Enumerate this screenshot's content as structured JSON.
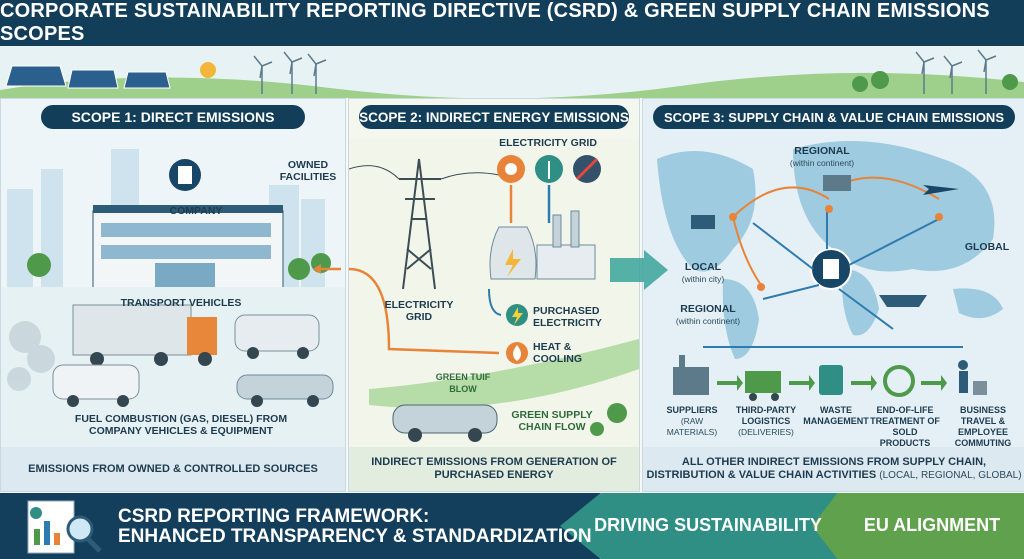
{
  "title": "CORPORATE SUSTAINABILITY REPORTING DIRECTIVE (CSRD) & GREEN SUPPLY CHAIN EMISSIONS SCOPES",
  "scope1": {
    "header": "SCOPE 1: DIRECT EMISSIONS",
    "company": "COMPANY",
    "owned_facilities": "OWNED FACILITIES",
    "transport_vehicles": "TRANSPORT VEHICLES",
    "fuel_combustion": "FUEL COMBUSTION (GAS, DIESEL) FROM COMPANY VEHICLES & EQUIPMENT",
    "footer": "EMISSIONS FROM OWNED & CONTROLLED SOURCES"
  },
  "scope2": {
    "header": "SCOPE 2: INDIRECT ENERGY EMISSIONS",
    "electricity_grid_top": "ELECTRICITY GRID",
    "electricity_grid": "ELECTRICITY GRID",
    "purchased_electricity": "PURCHASED ELECTRICITY",
    "heat_cooling": "HEAT & COOLING",
    "green_flow_small": "GREEN TUIF BLOW",
    "green_supply_chain_flow": "GREEN SUPPLY CHAIN FLOW",
    "footer": "INDIRECT EMISSIONS FROM GENERATION OF PURCHASED ENERGY"
  },
  "scope3": {
    "header": "SCOPE 3: SUPPLY CHAIN & VALUE CHAIN EMISSIONS",
    "regional_top": "REGIONAL",
    "regional_top_sub": "(within continent)",
    "global": "GLOBAL",
    "local": "LOCAL",
    "local_sub": "(within city)",
    "regional_mid": "REGIONAL",
    "regional_mid_sub": "(within continent)",
    "steps": [
      {
        "label": "SUPPLIERS",
        "sub": "(RAW MATERIALS)"
      },
      {
        "label": "THIRD-PARTY LOGISTICS",
        "sub": "(DELIVERIES)"
      },
      {
        "label": "WASTE MANAGEMENT",
        "sub": ""
      },
      {
        "label": "END-OF-LIFE TREATMENT OF SOLD PRODUCTS",
        "sub": ""
      },
      {
        "label": "BUSINESS TRAVEL & EMPLOYEE COMMUTING",
        "sub": ""
      }
    ],
    "footer": "ALL OTHER INDIRECT EMISSIONS FROM SUPPLY CHAIN, DISTRIBUTION & VALUE CHAIN ACTIVITIES",
    "footer_sub": "(LOCAL, REGIONAL, GLOBAL)"
  },
  "bottom": {
    "framework_line1": "CSRD REPORTING FRAMEWORK:",
    "framework_line2": "ENHANCED TRANSPARENCY & STANDARDIZATION",
    "driving": "DRIVING SUSTAINABILITY",
    "eu": "EU ALIGNMENT"
  },
  "colors": {
    "navy": "#123e5a",
    "teal": "#2f8f84",
    "green": "#5fa14c",
    "orange": "#e8833a",
    "blue_arrow": "#2e7bb0"
  }
}
